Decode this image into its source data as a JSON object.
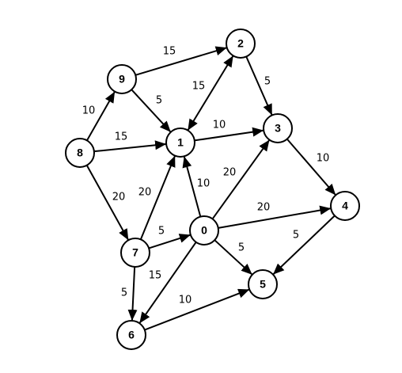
{
  "nodes": [
    {
      "id": "0",
      "label": "0"
    },
    {
      "id": "1",
      "label": "1"
    },
    {
      "id": "2",
      "label": "2"
    },
    {
      "id": "3",
      "label": "3"
    },
    {
      "id": "4",
      "label": "4"
    },
    {
      "id": "5",
      "label": "5"
    },
    {
      "id": "6",
      "label": "6"
    },
    {
      "id": "7",
      "label": "7"
    },
    {
      "id": "8",
      "label": "8"
    },
    {
      "id": "9",
      "label": "9"
    }
  ],
  "edges": [
    {
      "from": "9",
      "to": "2",
      "weight": "15"
    },
    {
      "from": "2",
      "to": "3",
      "weight": "5"
    },
    {
      "from": "1",
      "to": "2",
      "weight": "15",
      "bidirectional": true
    },
    {
      "from": "9",
      "to": "1",
      "weight": "5"
    },
    {
      "from": "8",
      "to": "9",
      "weight": "10"
    },
    {
      "from": "8",
      "to": "1",
      "weight": "15"
    },
    {
      "from": "1",
      "to": "3",
      "weight": "10"
    },
    {
      "from": "3",
      "to": "4",
      "weight": "10"
    },
    {
      "from": "8",
      "to": "7",
      "weight": "20"
    },
    {
      "from": "7",
      "to": "1",
      "weight": "20"
    },
    {
      "from": "0",
      "to": "1",
      "weight": "10"
    },
    {
      "from": "0",
      "to": "3",
      "weight": "20"
    },
    {
      "from": "0",
      "to": "4",
      "weight": "20"
    },
    {
      "from": "7",
      "to": "0",
      "weight": "5"
    },
    {
      "from": "0",
      "to": "5",
      "weight": "5"
    },
    {
      "from": "4",
      "to": "5",
      "weight": "5"
    },
    {
      "from": "0",
      "to": "6",
      "weight": "15"
    },
    {
      "from": "7",
      "to": "6",
      "weight": "5"
    },
    {
      "from": "6",
      "to": "5",
      "weight": "10"
    }
  ]
}
